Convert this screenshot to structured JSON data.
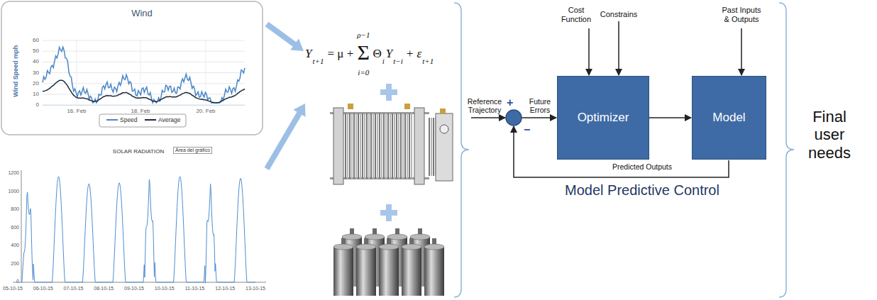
{
  "diagram": {
    "nodes": [
      {
        "text": [
          "Optimizer"
        ]
      },
      {
        "text": [
          "Model"
        ]
      }
    ],
    "edges": [
      {
        "from": 0,
        "to": 1,
        "arrow": "to"
      }
    ],
    "labels": [
      "Wind",
      "Wind Speed mph",
      "60",
      "50",
      "40",
      "30",
      "20",
      "10",
      "0",
      "16. Feb",
      "18. Feb",
      "20. Feb",
      "SOLAR RADIATION",
      "Área del gráfico",
      "1200",
      "1000",
      "800",
      "600",
      "400",
      "200",
      "0",
      "05-10-15",
      "06-10-15",
      "07-10-15",
      "08-10-15",
      "09-10-15",
      "10-10-15",
      "11-10-15",
      "12-10-15",
      "13-10-15",
      "Y",
      "t+1",
      "= μ +",
      "ρ−1",
      "Σ",
      "i=0",
      "Θ",
      "i",
      "Y",
      "t−i",
      "+ ε",
      "t+1",
      "Cost Function",
      "Constrains",
      "Past Inputs & Outputs",
      "Reference Trajectory",
      "+",
      "−",
      "Future Errors",
      "Predicted Outputs",
      "Model Predictive Control",
      "Final user needs"
    ],
    "legend": [
      {
        "text": "Speed"
      },
      {
        "text": "Average"
      }
    ]
  }
}
